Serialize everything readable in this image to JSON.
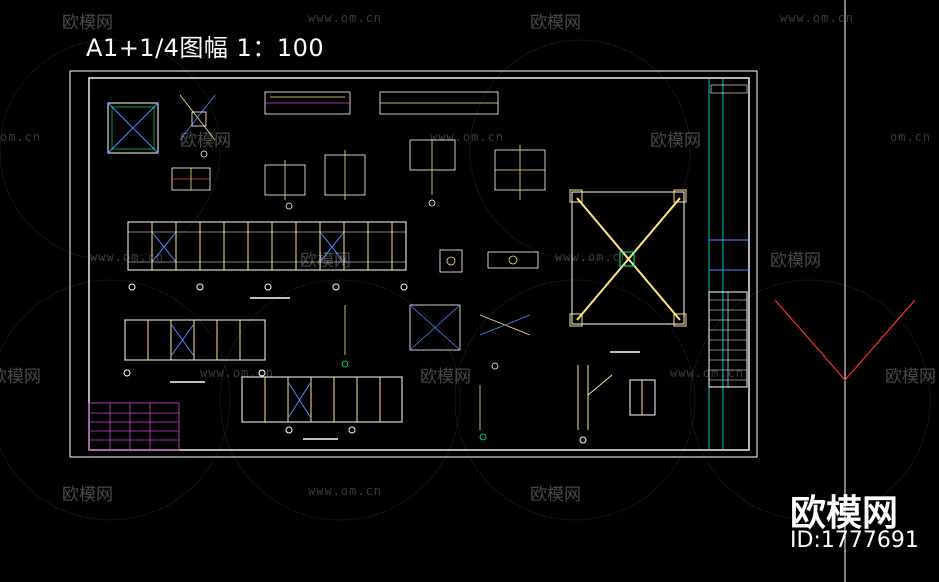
{
  "sheet_title": "A1+1/4图幅 1：100",
  "watermark": {
    "brand": "欧模网",
    "url": "www.om.cn",
    "url_short": "om.cn"
  },
  "brand_overlay": {
    "name": "欧模网",
    "id": "ID:1777691"
  },
  "colors": {
    "background": "#000000",
    "frame": "#ffffff",
    "titleblock": "#00c8c8",
    "beam": "#ffe680",
    "member": "#ffffff",
    "brace": "#4a8cff",
    "table": "#d040d0",
    "annotation": "#ff3030",
    "dim": "#00ff80"
  }
}
